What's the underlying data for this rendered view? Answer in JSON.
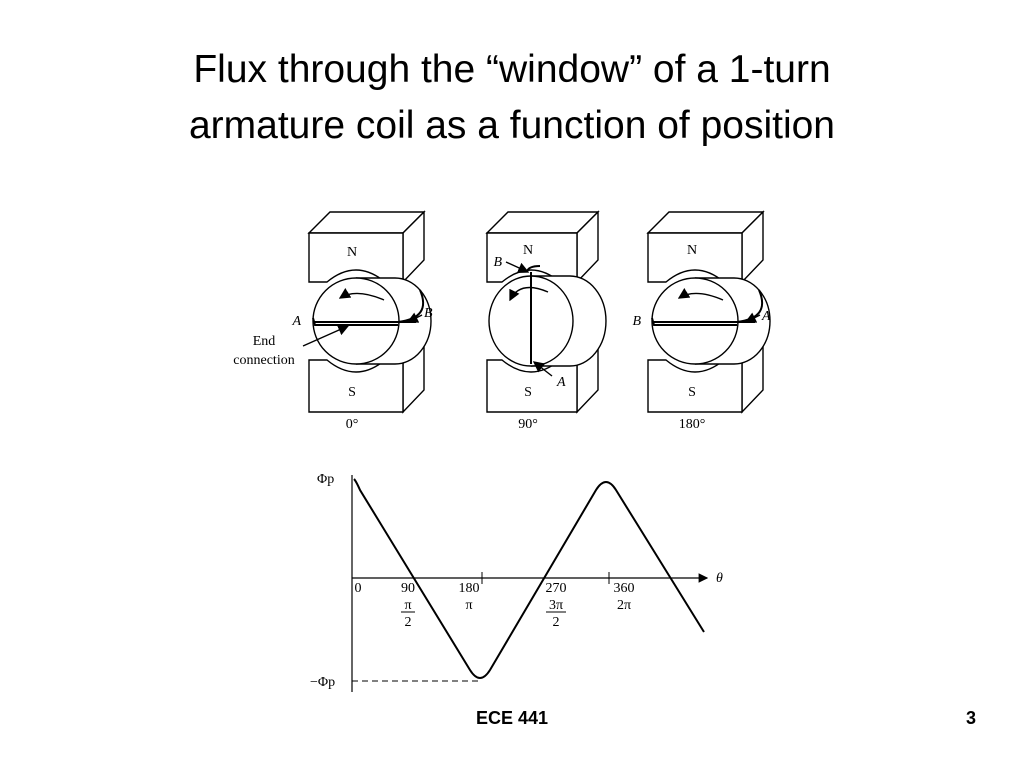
{
  "slide": {
    "title_line1": "Flux through the “window” of a 1-turn",
    "title_line2": "armature coil as a function of position",
    "footer_course": "ECE 441",
    "footer_page": "3"
  },
  "diagram": {
    "panels": [
      {
        "north": "N",
        "south": "S",
        "angle": "0°",
        "left_label": "A",
        "right_label": "B"
      },
      {
        "north": "N",
        "south": "S",
        "angle": "90°",
        "top_label": "B",
        "bottom_label": "A"
      },
      {
        "north": "N",
        "south": "S",
        "angle": "180°",
        "left_label": "B",
        "right_label": "A"
      }
    ],
    "end_connection_line1": "End",
    "end_connection_line2": "connection"
  },
  "flux_plot": {
    "y_top_label": "Φp",
    "y_bottom_label": "−Φp",
    "x_axis_label": "θ",
    "ticks": [
      {
        "deg": "0",
        "rad_num": "",
        "rad_den": ""
      },
      {
        "deg": "90",
        "rad_num": "π",
        "rad_den": "2"
      },
      {
        "deg": "180",
        "rad_num": "π",
        "rad_den": ""
      },
      {
        "deg": "270",
        "rad_num": "3π",
        "rad_den": "2"
      },
      {
        "deg": "360",
        "rad_num": "2π",
        "rad_den": ""
      }
    ]
  }
}
